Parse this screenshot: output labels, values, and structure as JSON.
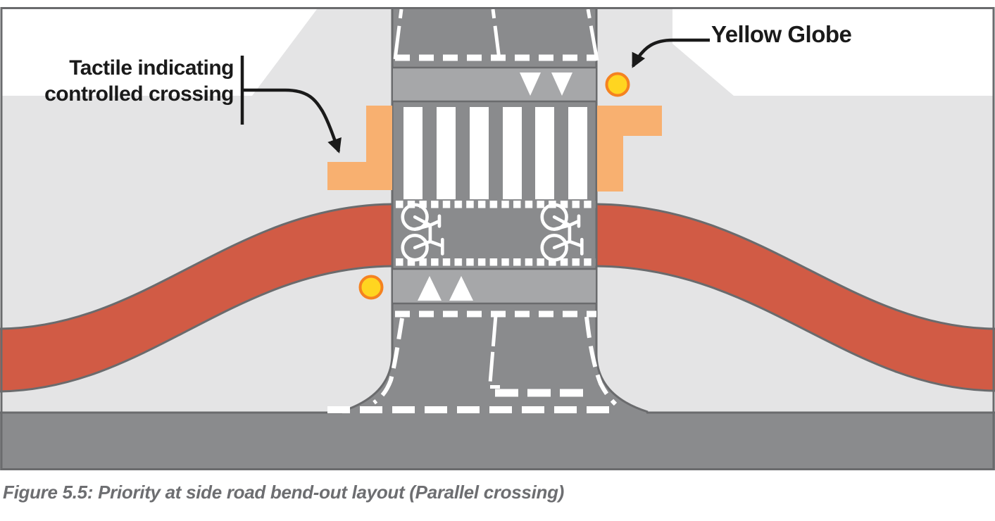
{
  "caption": "Figure 5.5: Priority at side road bend-out layout (Parallel crossing)",
  "labels": {
    "tactile_line1": "Tactile indicating",
    "tactile_line2": "controlled crossing",
    "yellow_globe": "Yellow Globe"
  },
  "colors": {
    "white": "#ffffff",
    "footway": "#e4e4e5",
    "road": "#8a8b8d",
    "road_light": "#a6a7a9",
    "road_edge": "#6a6b6d",
    "marking": "#ffffff",
    "cycle_track_red": "#d15b45",
    "tactile_orange": "#f8b070",
    "globe_yellow": "#ffd520",
    "globe_ring": "#f58220",
    "label_black": "#1a1a1a",
    "caption_grey": "#6d6e71"
  },
  "icons": {
    "yellow-globe": "filled yellow circle with orange ring (belisha beacon globe)",
    "bicycle": "white line-art cycle symbol rotated 90deg",
    "give-way-triangle": "solid white triangle road marking",
    "leader-arrow": "black curved leader line with solid arrowhead",
    "zebra-stripe": "white rectangle road marking",
    "elephant-footprint-square": "white square dotted line marking"
  }
}
